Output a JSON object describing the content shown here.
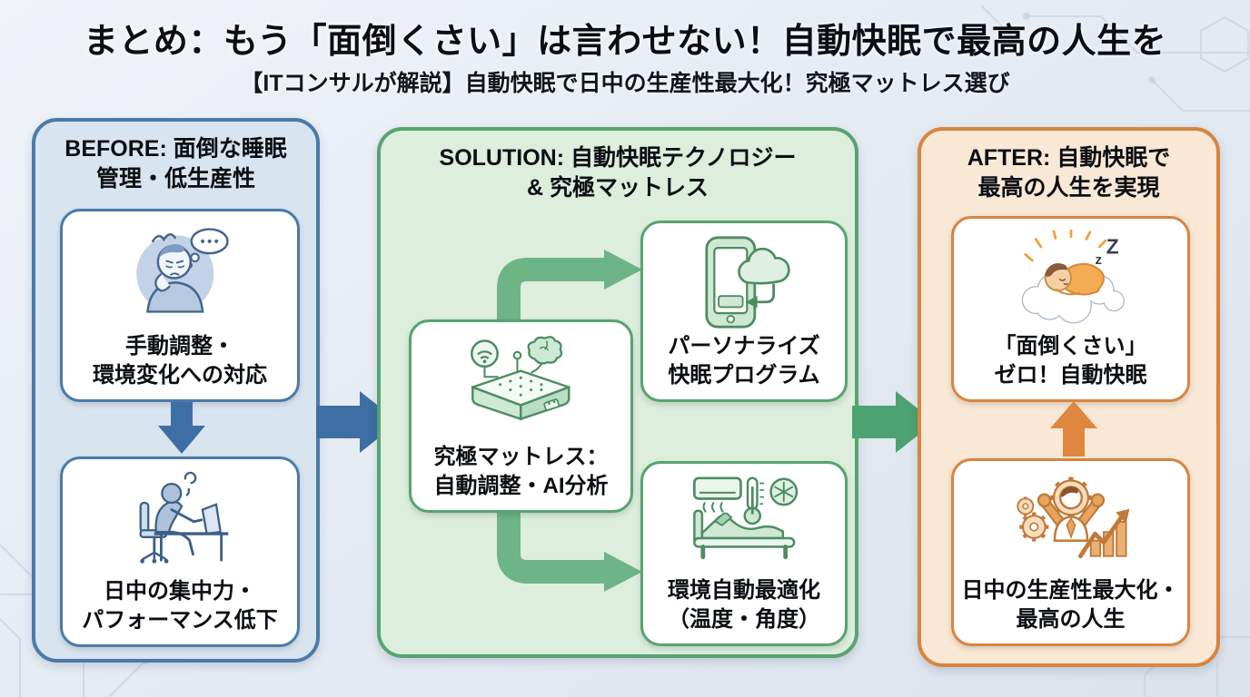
{
  "title": "まとめ：もう「面倒くさい」は言わせない！自動快眠で最高の人生を",
  "subtitle": "【ITコンサルが解説】自動快眠で日中の生産性最大化！究極マットレス選び",
  "colors": {
    "before_accent": "#4a7aa8",
    "before_fill": "#d9e4f1",
    "before_arrow": "#3d6fa5",
    "solution_accent": "#57a371",
    "solution_fill": "#ddeedd",
    "solution_connector": "#6db487",
    "solution_arrow": "#4ca371",
    "after_accent": "#d9843f",
    "after_fill": "#f9e8d5",
    "after_arrow": "#e0873f",
    "card_background": "#ffffff"
  },
  "panels": {
    "before": {
      "header": "BEFORE: 面倒な睡眠\n管理・低生産性",
      "cards": [
        {
          "icon": "worried-person-icon",
          "label": "手動調整・\n環境変化への対応"
        },
        {
          "icon": "tired-worker-icon",
          "label": "日中の集中力・\nパフォーマンス低下"
        }
      ]
    },
    "solution": {
      "header": "SOLUTION: 自動快眠テクノロジー\n& 究極マットレス",
      "hub_card": {
        "icon": "smart-mattress-icon",
        "label": "究極マットレス：\n自動調整・AI分析"
      },
      "branch_cards": [
        {
          "icon": "phone-cloud-icon",
          "label": "パーソナライズ\n快眠プログラム"
        },
        {
          "icon": "climate-bed-icon",
          "label": "環境自動最適化\n（温度・角度）"
        }
      ]
    },
    "after": {
      "header": "AFTER: 自動快眠で\n最高の人生を実現",
      "cards": [
        {
          "icon": "sleeping-cloud-icon",
          "label": "「面倒くさい」\nゼロ！自動快眠"
        },
        {
          "icon": "productivity-icon",
          "label": "日中の生産性最大化・\n最高の人生"
        }
      ]
    }
  }
}
